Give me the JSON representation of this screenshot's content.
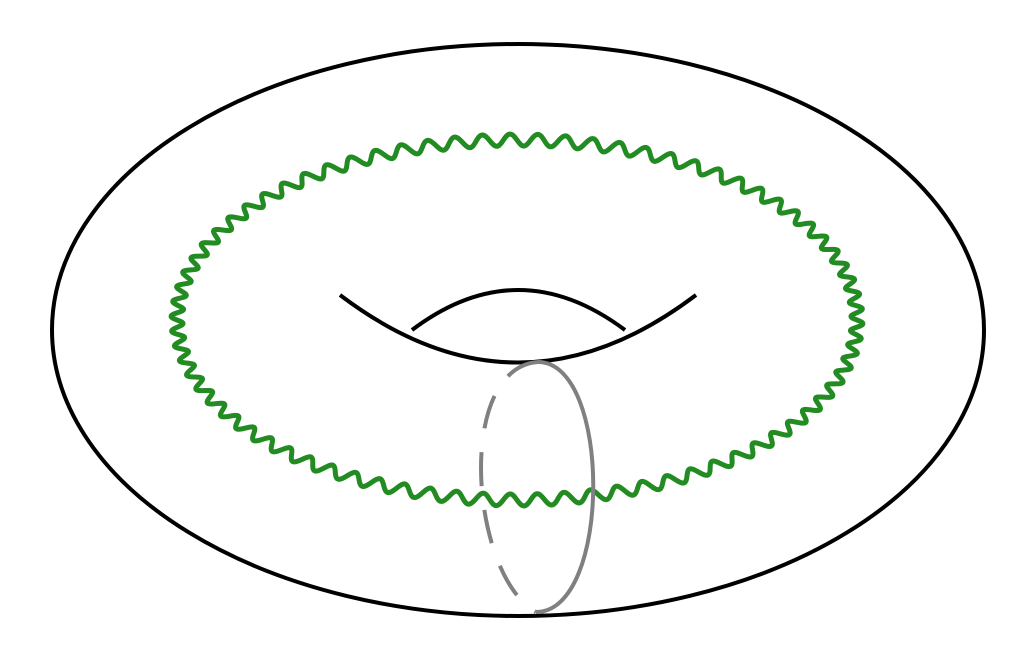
{
  "diagram": {
    "colors": {
      "background": "#ffffff",
      "outline": "#000000",
      "wavy_loop": "#228b22",
      "meridian": "#808080"
    },
    "parts": [
      "torus-outline",
      "torus-hole-lower-curve",
      "torus-hole-upper-curve",
      "wavy-longitudinal-loop",
      "meridian-loop-front",
      "meridian-loop-back-dashed"
    ]
  }
}
